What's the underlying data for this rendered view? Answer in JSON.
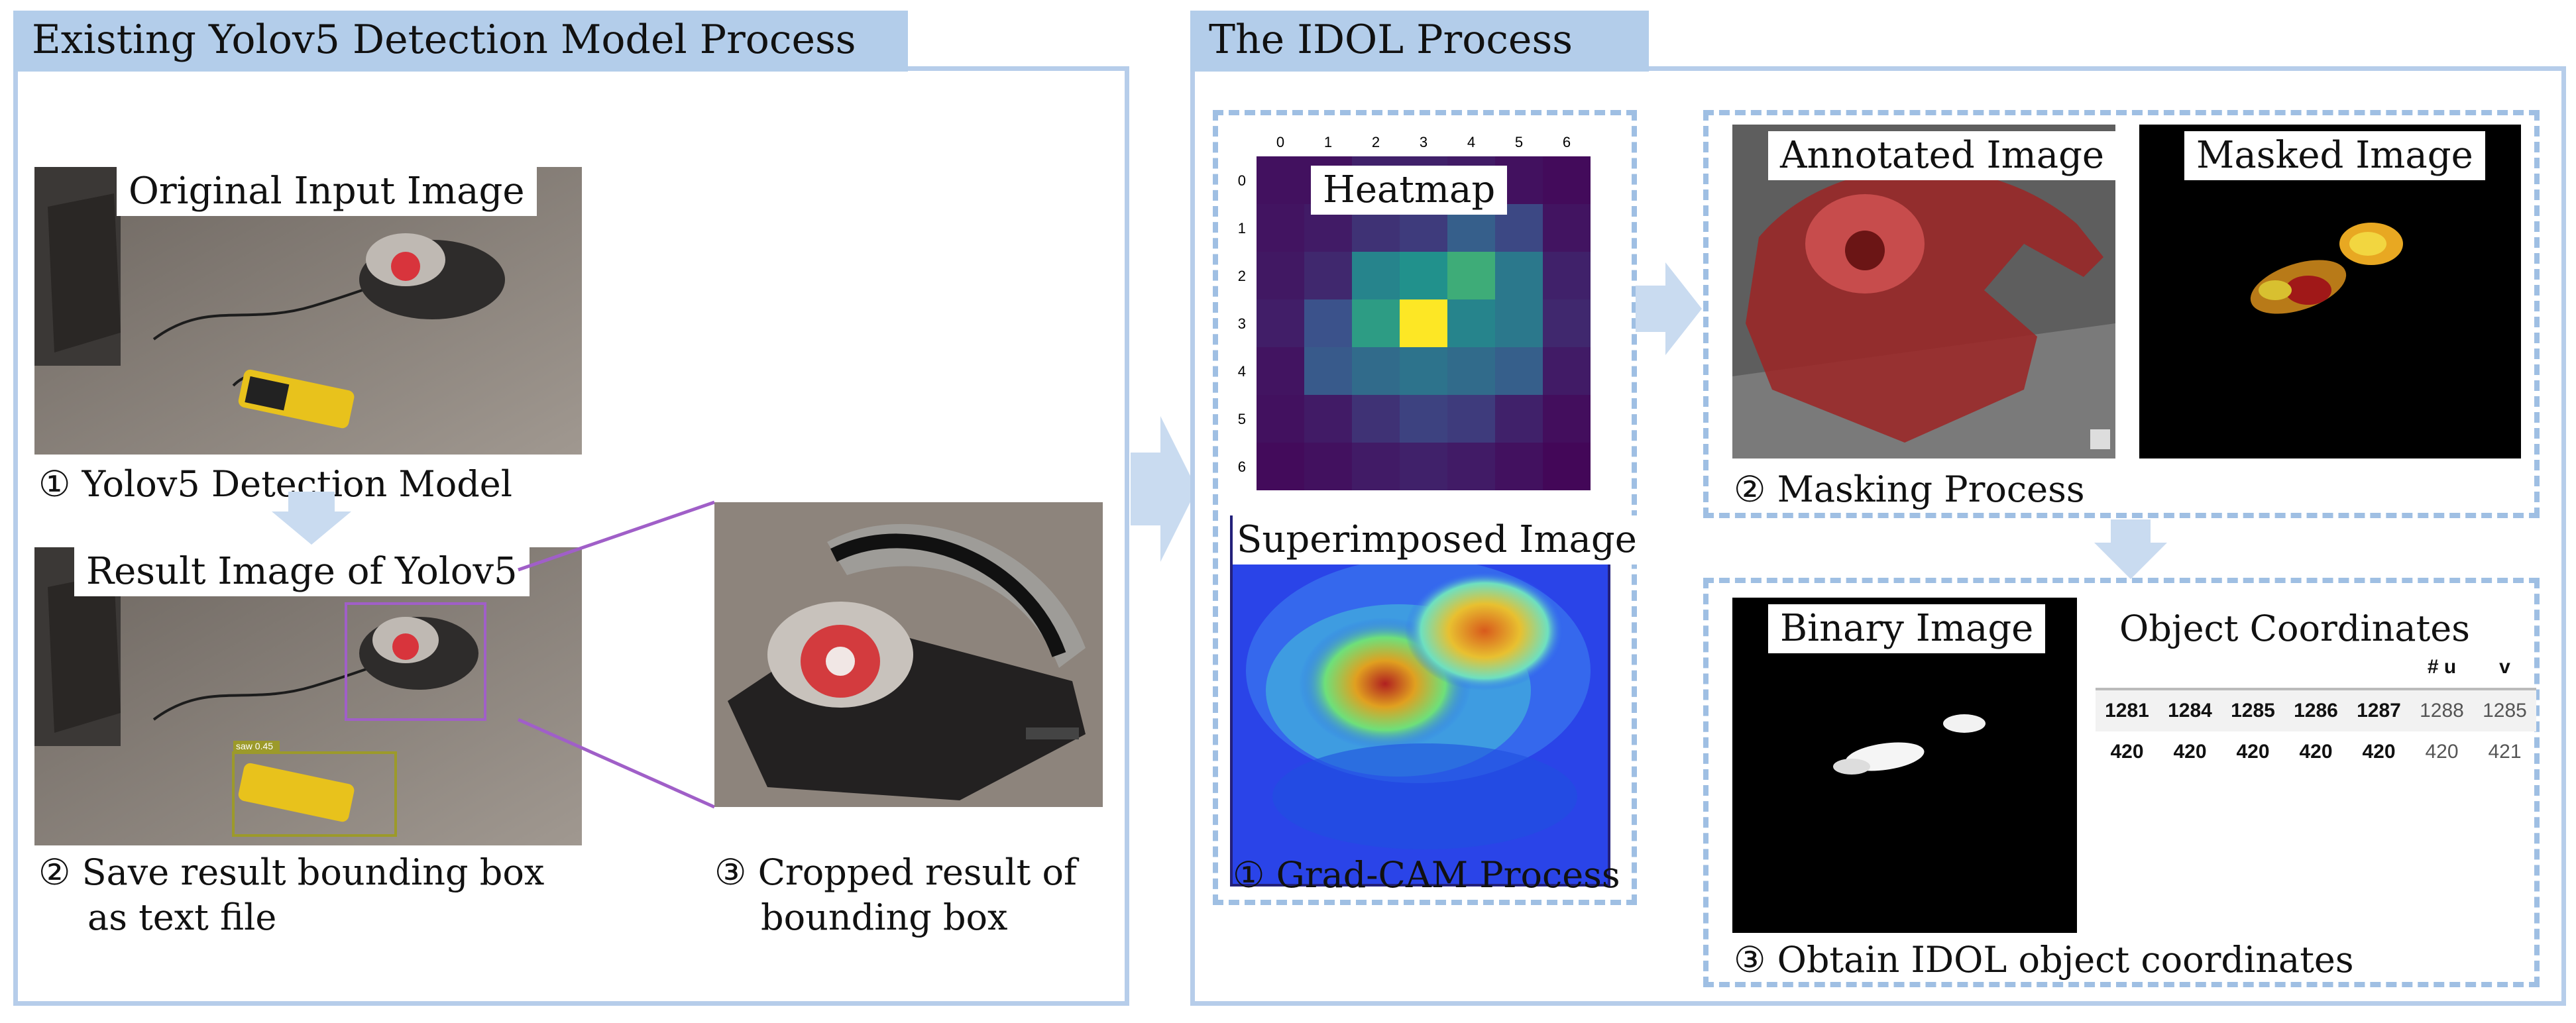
{
  "left": {
    "title": "Existing Yolov5 Detection Model Process",
    "original_label": "Original Input Image",
    "step1": "① Yolov5 Detection Model",
    "result_label": "Result Image of Yolov5",
    "step2_line1": "② Save result bounding box",
    "step2_line2": "as text file",
    "step3_line1": "③ Cropped result of",
    "step3_line2": "bounding box",
    "detect_tag": "saw 0.45"
  },
  "right": {
    "title": "The IDOL Process",
    "heatmap_label": "Heatmap",
    "superimposed_label": "Superimposed Image",
    "gradcam_caption": "① Grad-CAM Process",
    "annotated_label": "Annotated Image",
    "masked_label": "Masked Image",
    "masking_caption": "② Masking Process",
    "binary_label": "Binary Image",
    "coords_title": "Object Coordinates",
    "coords_caption": "③ Obtain IDOL object coordinates"
  },
  "heatmap": {
    "ticks": [
      "0",
      "1",
      "2",
      "3",
      "4",
      "5",
      "6"
    ],
    "values": [
      [
        0.05,
        0.05,
        0.1,
        0.1,
        0.08,
        0.05,
        0.03
      ],
      [
        0.06,
        0.08,
        0.15,
        0.18,
        0.3,
        0.22,
        0.06
      ],
      [
        0.07,
        0.12,
        0.45,
        0.5,
        0.62,
        0.4,
        0.1
      ],
      [
        0.09,
        0.25,
        0.55,
        1.0,
        0.45,
        0.4,
        0.12
      ],
      [
        0.06,
        0.28,
        0.35,
        0.38,
        0.35,
        0.3,
        0.08
      ],
      [
        0.05,
        0.08,
        0.15,
        0.2,
        0.18,
        0.1,
        0.04
      ],
      [
        0.03,
        0.05,
        0.08,
        0.1,
        0.08,
        0.05,
        0.02
      ]
    ]
  },
  "coords_table": {
    "header": [
      "",
      "",
      "",
      "",
      "",
      "# u",
      "v"
    ],
    "u_row": [
      "1281",
      "1284",
      "1285",
      "1286",
      "1287",
      "1288",
      "1285"
    ],
    "v_row": [
      "420",
      "420",
      "420",
      "420",
      "420",
      "420",
      "421"
    ]
  },
  "colors": {
    "panel_border": "#b6cdea",
    "tab_fill": "#b3cdea",
    "dash": "#9fbfe3",
    "arrow": "#c9dbf0",
    "crop_line": "#a05fc8"
  }
}
